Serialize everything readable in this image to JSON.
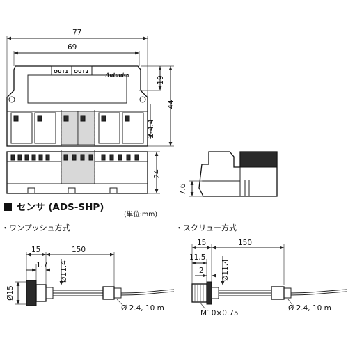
{
  "top_view": {
    "dim_overall_width": "77",
    "dim_inner_width": "69",
    "dim_label_height": "19",
    "dim_body_height": "44",
    "dim_hole": "2-4.4",
    "out1_label": "OUT1",
    "out2_label": "OUT2",
    "brand": "Autonics"
  },
  "front_view": {
    "dim_height": "24"
  },
  "side_view": {
    "dim_base": "7.6"
  },
  "section": {
    "title": "センサ (ADS-SHP)",
    "unit_note": "(単位:mm)"
  },
  "one_push": {
    "heading": "・ワンプッシュ方式",
    "dim_head": "15",
    "dim_cable": "150",
    "dim_step": "1.7",
    "dim_nut_dia": "Ø11.4",
    "dim_body_dia": "Ø15",
    "cable_note": "Ø 2.4, 10 m"
  },
  "screw": {
    "heading": "・スクリュー方式",
    "dim_head": "15",
    "dim_cable": "150",
    "dim_thread": "11.5",
    "dim_step": "2",
    "dim_nut_dia": "Ø11.4",
    "thread_note": "M10×0.75",
    "cable_note": "Ø 2.4, 10 m"
  }
}
